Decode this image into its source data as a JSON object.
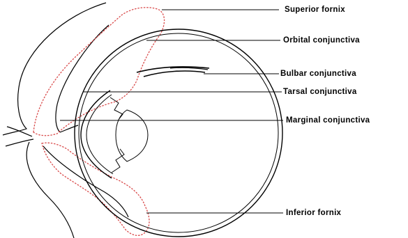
{
  "labels": {
    "superior_fornix": "Superior fornix",
    "orbital_conjunctiva": "Orbital conjunctiva",
    "bulbar_conjunctiva": "Bulbar conjunctiva",
    "tarsal_conjunctiva": "Tarsal conjunctiva",
    "marginal_conjunctiva": "Marginal conjunctiva",
    "inferior_fornix": "Inferior fornix"
  },
  "colors": {
    "conjunctiva_outline": "#d94a4a",
    "line": "#000000",
    "background": "#ffffff"
  }
}
